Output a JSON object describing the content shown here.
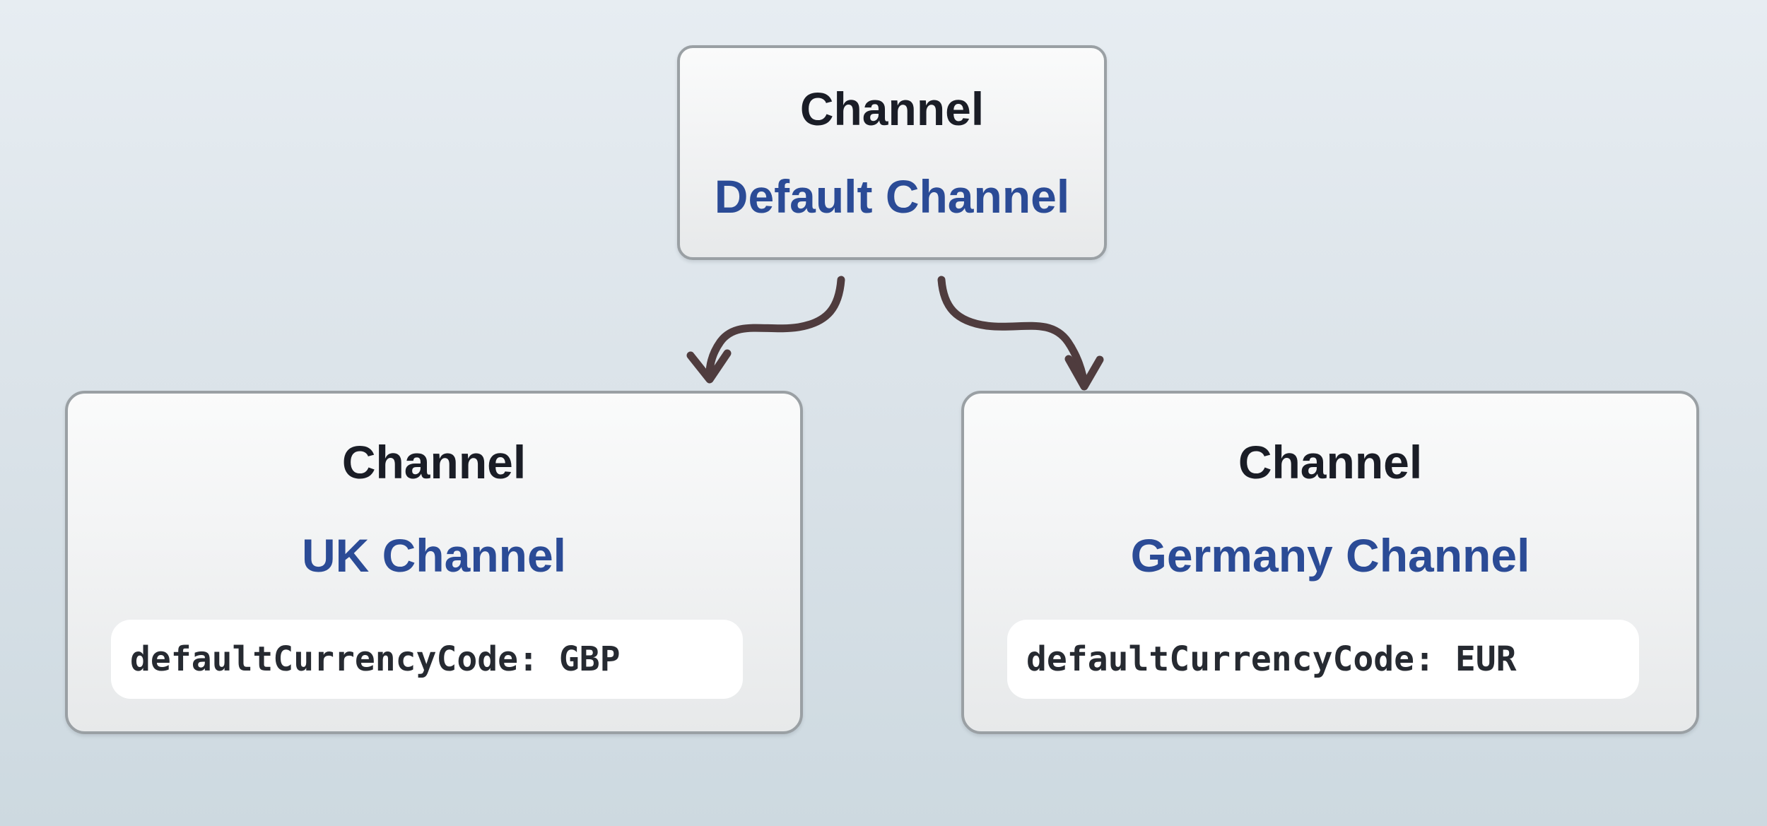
{
  "diagram": {
    "root": {
      "entity": "Channel",
      "name": "Default Channel"
    },
    "children": [
      {
        "entity": "Channel",
        "name": "UK Channel",
        "attribute": "defaultCurrencyCode: GBP"
      },
      {
        "entity": "Channel",
        "name": "Germany Channel",
        "attribute": "defaultCurrencyCode: EUR"
      }
    ],
    "edges": [
      {
        "from": "Default Channel",
        "to": "UK Channel"
      },
      {
        "from": "Default Channel",
        "to": "Germany Channel"
      }
    ],
    "colors": {
      "background_top": "#e7edf2",
      "background_bottom": "#cdd9e0",
      "node_fill_top": "#fafbfb",
      "node_fill_bottom": "#e7e9ea",
      "node_border": "#9aa0a4",
      "entity_text": "#1a1d26",
      "name_text": "#2b4b96",
      "attribute_text": "#262a31",
      "pill_background": "#ffffff",
      "arrow": "#4f3c3e"
    }
  }
}
